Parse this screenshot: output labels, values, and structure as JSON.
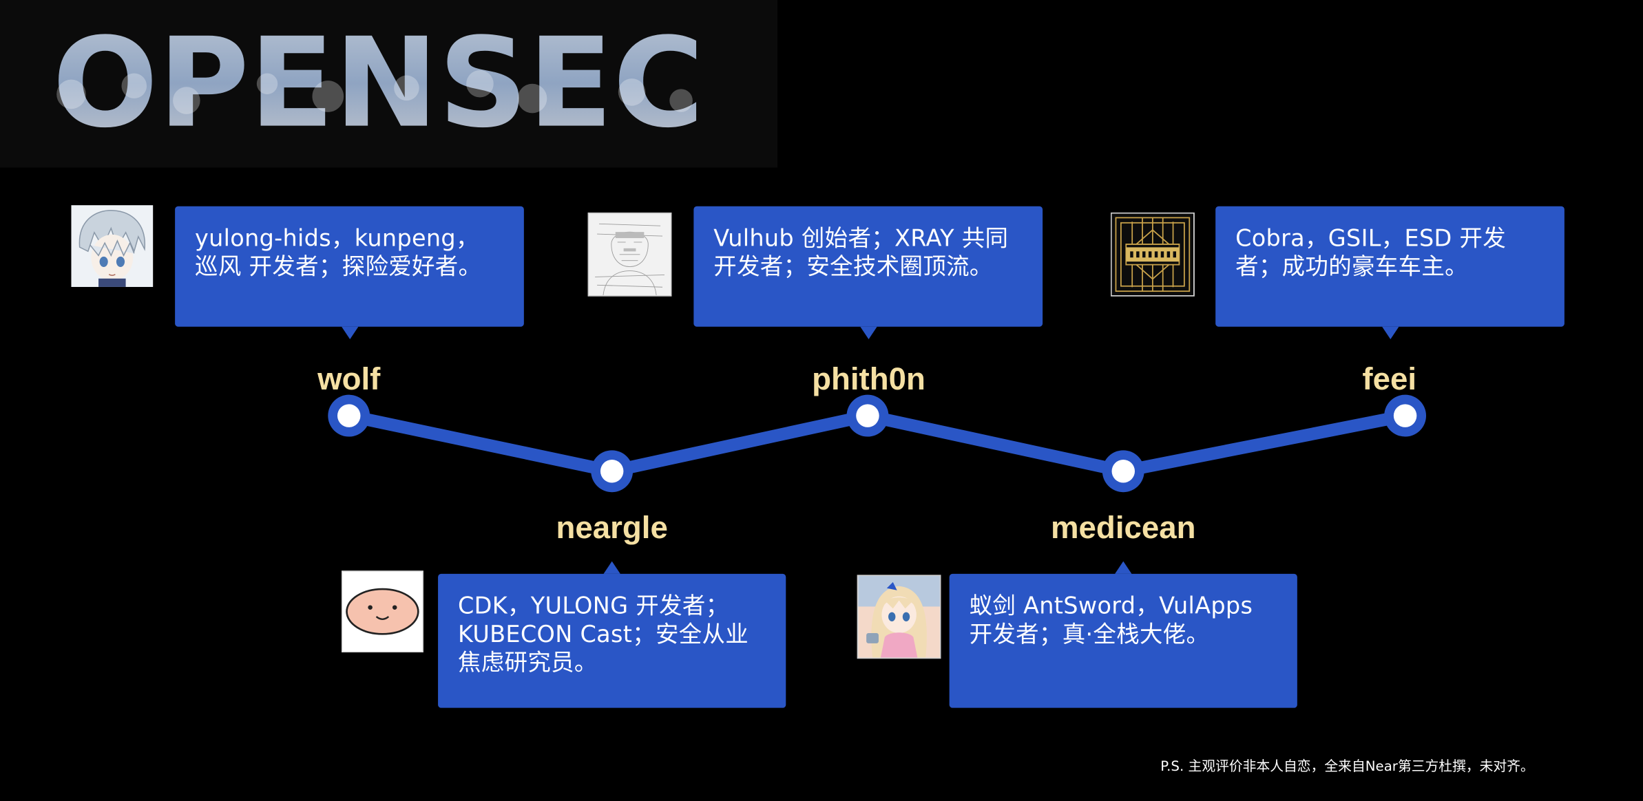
{
  "logo": {
    "text": "OPENSEC"
  },
  "colors": {
    "background": "#000000",
    "card": "#2a56c6",
    "name": "#f5e0a3",
    "line": "#2a56c6",
    "node_fill": "#ffffff"
  },
  "members": [
    {
      "name": "wolf",
      "avatar": "anime-boy-avatar-icon",
      "bio": "yulong-hids，kunpeng，\n巡风 开发者；探险爱好者。"
    },
    {
      "name": "neargle",
      "avatar": "cartoon-face-avatar-icon",
      "bio": "CDK，YULONG 开发者；\nKUBECON Cast；安全从业\n焦虑研究员。"
    },
    {
      "name": "phith0n",
      "avatar": "sketch-portrait-avatar-icon",
      "bio": "Vulhub 创始者；XRAY 共同\n开发者；安全技术圈顶流。"
    },
    {
      "name": "medicean",
      "avatar": "anime-girl-avatar-icon",
      "bio": "蚁剑 AntSword，VulApps\n开发者；真·全栈大佬。"
    },
    {
      "name": "feei",
      "avatar": "gatsby-art-deco-avatar-icon",
      "bio": " Cobra，GSIL，ESD 开发\n者；成功的豪车车主。"
    }
  ],
  "footnote": "P.S. 主观评价非本人自恋，全来自Near第三方杜撰，未对齐。"
}
